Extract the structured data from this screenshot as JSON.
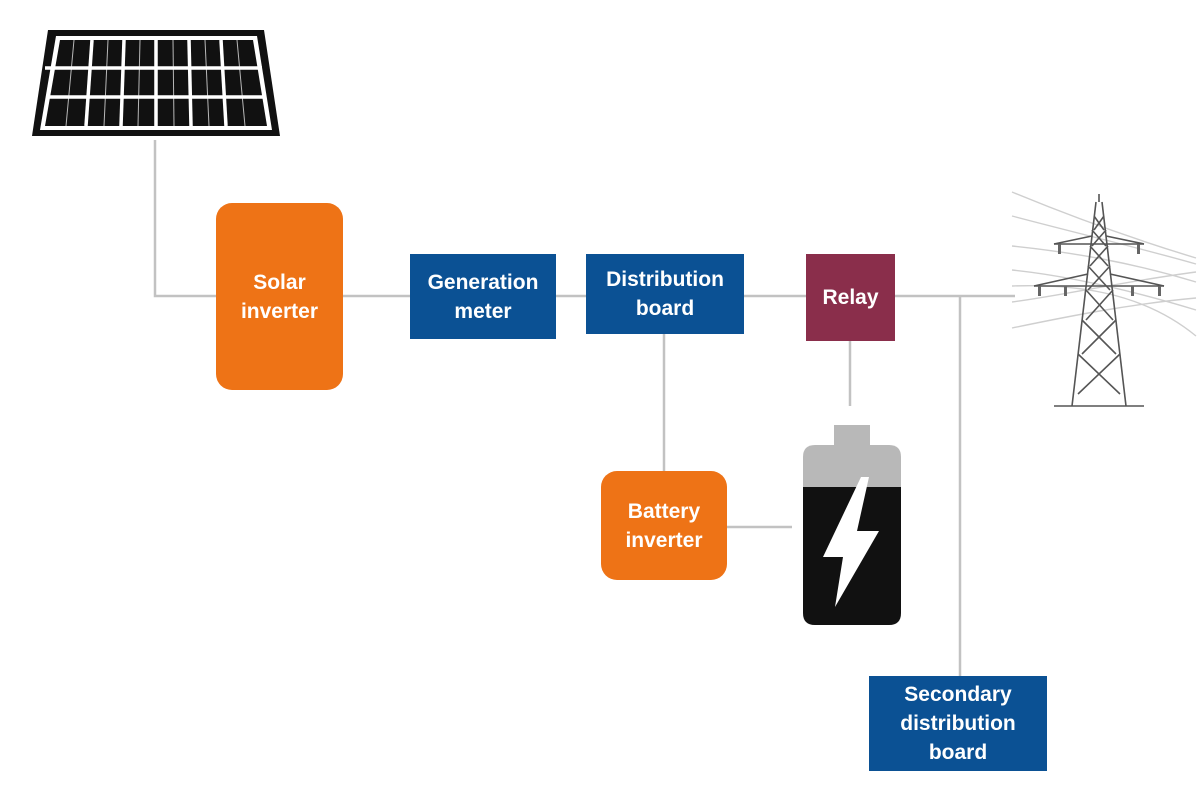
{
  "colors": {
    "orange": "#ee7316",
    "blue": "#0b5194",
    "maroon": "#8a2e4b",
    "wire": "#bdbdbd",
    "black": "#111111",
    "battery_cap": "#b8b8b8"
  },
  "icons": {
    "solar_panel": "solar-panel-icon",
    "battery": "battery-icon",
    "pylon": "transmission-tower-icon"
  },
  "nodes": {
    "solar_inverter": "Solar\ninverter",
    "generation_meter": "Generation\nmeter",
    "distribution_board": "Distribution\nboard",
    "relay": "Relay",
    "battery_inverter": "Battery\ninverter",
    "secondary_distribution_board": "Secondary\ndistribution\nboard"
  }
}
